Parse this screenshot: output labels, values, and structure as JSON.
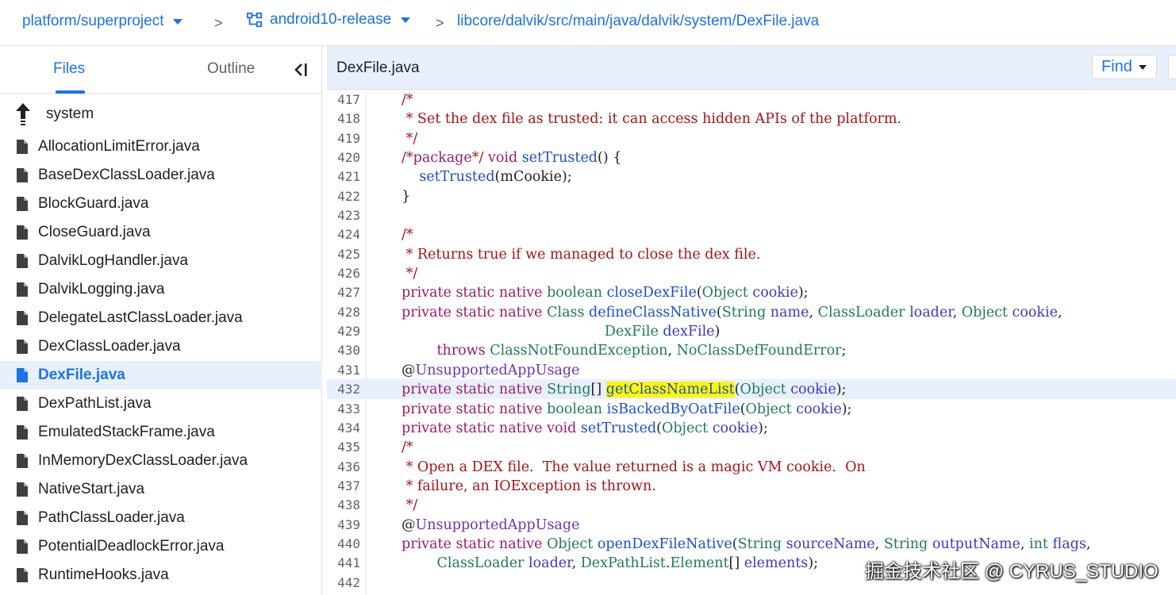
{
  "breadcrumb": {
    "project": "platform/superproject",
    "branch": "android10-release",
    "path": "libcore/dalvik/src/main/java/dalvik/system/DexFile.java",
    "separator": ">"
  },
  "sidebar": {
    "tabs": {
      "files": "Files",
      "outline": "Outline"
    },
    "up_label": "system",
    "files": [
      {
        "name": "AllocationLimitError.java",
        "active": false
      },
      {
        "name": "BaseDexClassLoader.java",
        "active": false
      },
      {
        "name": "BlockGuard.java",
        "active": false
      },
      {
        "name": "CloseGuard.java",
        "active": false
      },
      {
        "name": "DalvikLogHandler.java",
        "active": false
      },
      {
        "name": "DalvikLogging.java",
        "active": false
      },
      {
        "name": "DelegateLastClassLoader.java",
        "active": false
      },
      {
        "name": "DexClassLoader.java",
        "active": false
      },
      {
        "name": "DexFile.java",
        "active": true
      },
      {
        "name": "DexPathList.java",
        "active": false
      },
      {
        "name": "EmulatedStackFrame.java",
        "active": false
      },
      {
        "name": "InMemoryDexClassLoader.java",
        "active": false
      },
      {
        "name": "NativeStart.java",
        "active": false
      },
      {
        "name": "PathClassLoader.java",
        "active": false
      },
      {
        "name": "PotentialDeadlockError.java",
        "active": false
      },
      {
        "name": "RuntimeHooks.java",
        "active": false
      }
    ]
  },
  "editor": {
    "title": "DexFile.java",
    "find_label": "Find",
    "highlighted_line": "432",
    "lines": [
      {
        "n": "417",
        "text": "/*"
      },
      {
        "n": "418",
        "text": " * Set the dex file as trusted: it can access hidden APIs of the platform."
      },
      {
        "n": "419",
        "text": " */"
      },
      {
        "n": "420",
        "text": "/*package*/ void setTrusted() {"
      },
      {
        "n": "421",
        "text": "    setTrusted(mCookie);"
      },
      {
        "n": "422",
        "text": "}"
      },
      {
        "n": "423",
        "text": ""
      },
      {
        "n": "424",
        "text": "/*"
      },
      {
        "n": "425",
        "text": " * Returns true if we managed to close the dex file."
      },
      {
        "n": "426",
        "text": " */"
      },
      {
        "n": "427",
        "text": "private static native boolean closeDexFile(Object cookie);"
      },
      {
        "n": "428",
        "text": "private static native Class defineClassNative(String name, ClassLoader loader, Object cookie,"
      },
      {
        "n": "429",
        "text": "                                              DexFile dexFile)"
      },
      {
        "n": "430",
        "text": "        throws ClassNotFoundException, NoClassDefFoundError;"
      },
      {
        "n": "431",
        "text": "@UnsupportedAppUsage"
      },
      {
        "n": "432",
        "text": "private static native String[] getClassNameList(Object cookie);"
      },
      {
        "n": "433",
        "text": "private static native boolean isBackedByOatFile(Object cookie);"
      },
      {
        "n": "434",
        "text": "private static native void setTrusted(Object cookie);"
      },
      {
        "n": "435",
        "text": "/*"
      },
      {
        "n": "436",
        "text": " * Open a DEX file.  The value returned is a magic VM cookie.  On"
      },
      {
        "n": "437",
        "text": " * failure, an IOException is thrown."
      },
      {
        "n": "438",
        "text": " */"
      },
      {
        "n": "439",
        "text": "@UnsupportedAppUsage"
      },
      {
        "n": "440",
        "text": "private static native Object openDexFileNative(String sourceName, String outputName, int flags,"
      },
      {
        "n": "441",
        "text": "        ClassLoader loader, DexPathList.Element[] elements);"
      },
      {
        "n": "442",
        "text": ""
      }
    ],
    "search_match": "getClassNameList"
  },
  "watermark": "掘金技术社区 @ CYRUS_STUDIO",
  "colors": {
    "accent": "#1a73e8",
    "header_bg": "#e8f0fe",
    "keyword": "#9c1a6b",
    "type": "#1e7a5b",
    "comment": "#a31515",
    "match_highlight": "#fff70a"
  }
}
